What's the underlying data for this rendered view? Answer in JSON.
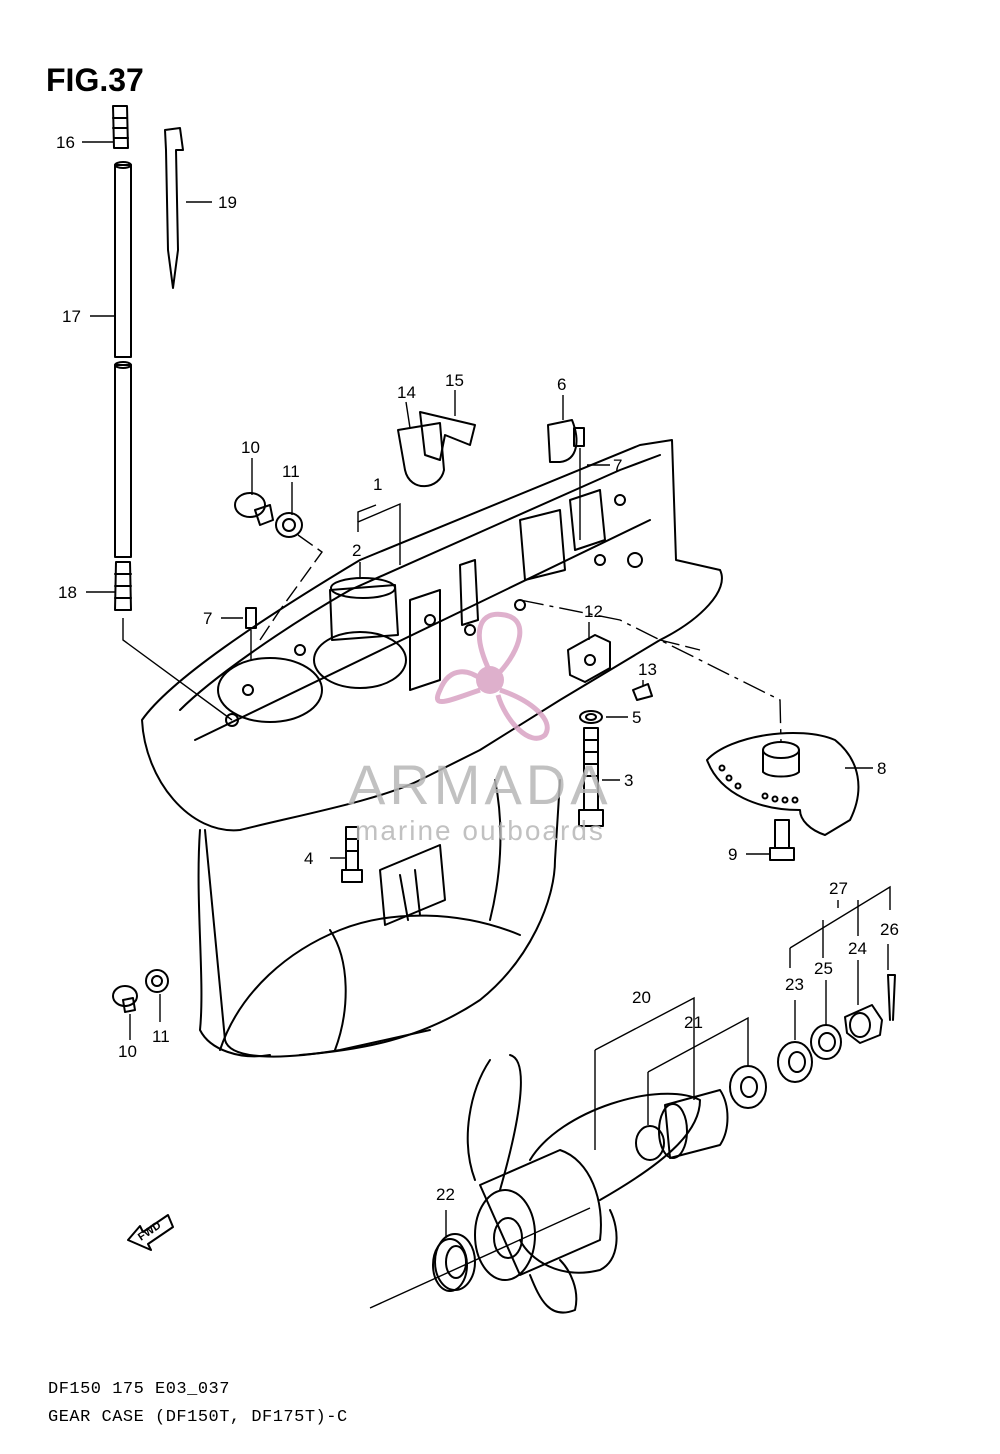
{
  "figure": {
    "title": "FIG.37",
    "code": "DF150 175 E03_037",
    "caption": "GEAR CASE (DF150T, DF175T)-C"
  },
  "watermark": {
    "brand": "ARMADA",
    "tagline": "marine outboards",
    "color": "#d9a3c4"
  },
  "direction_label": "FWD",
  "callouts": {
    "c1": "1",
    "c2": "2",
    "c3": "3",
    "c4": "4",
    "c5": "5",
    "c6": "6",
    "c7a": "7",
    "c7b": "7",
    "c8": "8",
    "c9": "9",
    "c10a": "10",
    "c10b": "10",
    "c11a": "11",
    "c11b": "11",
    "c12": "12",
    "c13": "13",
    "c14": "14",
    "c15": "15",
    "c16": "16",
    "c17": "17",
    "c18": "18",
    "c19": "19",
    "c20": "20",
    "c21": "21",
    "c22": "22",
    "c23": "23",
    "c24": "24",
    "c25": "25",
    "c26": "26",
    "c27": "27"
  }
}
